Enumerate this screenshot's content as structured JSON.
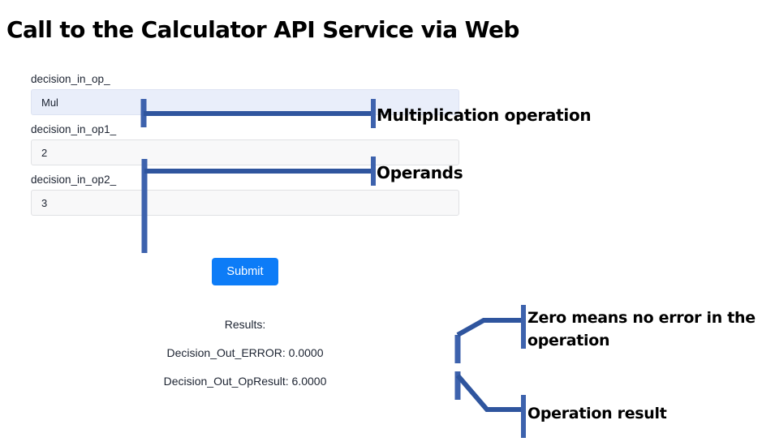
{
  "page": {
    "title": "Call to the Calculator API Service via Web"
  },
  "form": {
    "fields": [
      {
        "label": "decision_in_op_",
        "value": "Mul",
        "name": "decision-in-op"
      },
      {
        "label": "decision_in_op1_",
        "value": "2",
        "name": "decision-in-op1"
      },
      {
        "label": "decision_in_op2_",
        "value": "3",
        "name": "decision-in-op2"
      }
    ],
    "submit_label": "Submit"
  },
  "results": {
    "heading": "Results:",
    "error_line": "Decision_Out_ERROR: 0.0000",
    "opresult_line": "Decision_Out_OpResult: 6.0000"
  },
  "annotations": {
    "multiplication": "Multiplication operation",
    "operands": "Operands",
    "zero_error": "Zero means no error in the operation",
    "operation_result": "Operation result"
  },
  "colors": {
    "annotation_blue": "#3d62ad",
    "submit_blue": "#0d7cf7",
    "highlight_input": "#e9eefa",
    "plain_input": "#f8f8f9"
  }
}
